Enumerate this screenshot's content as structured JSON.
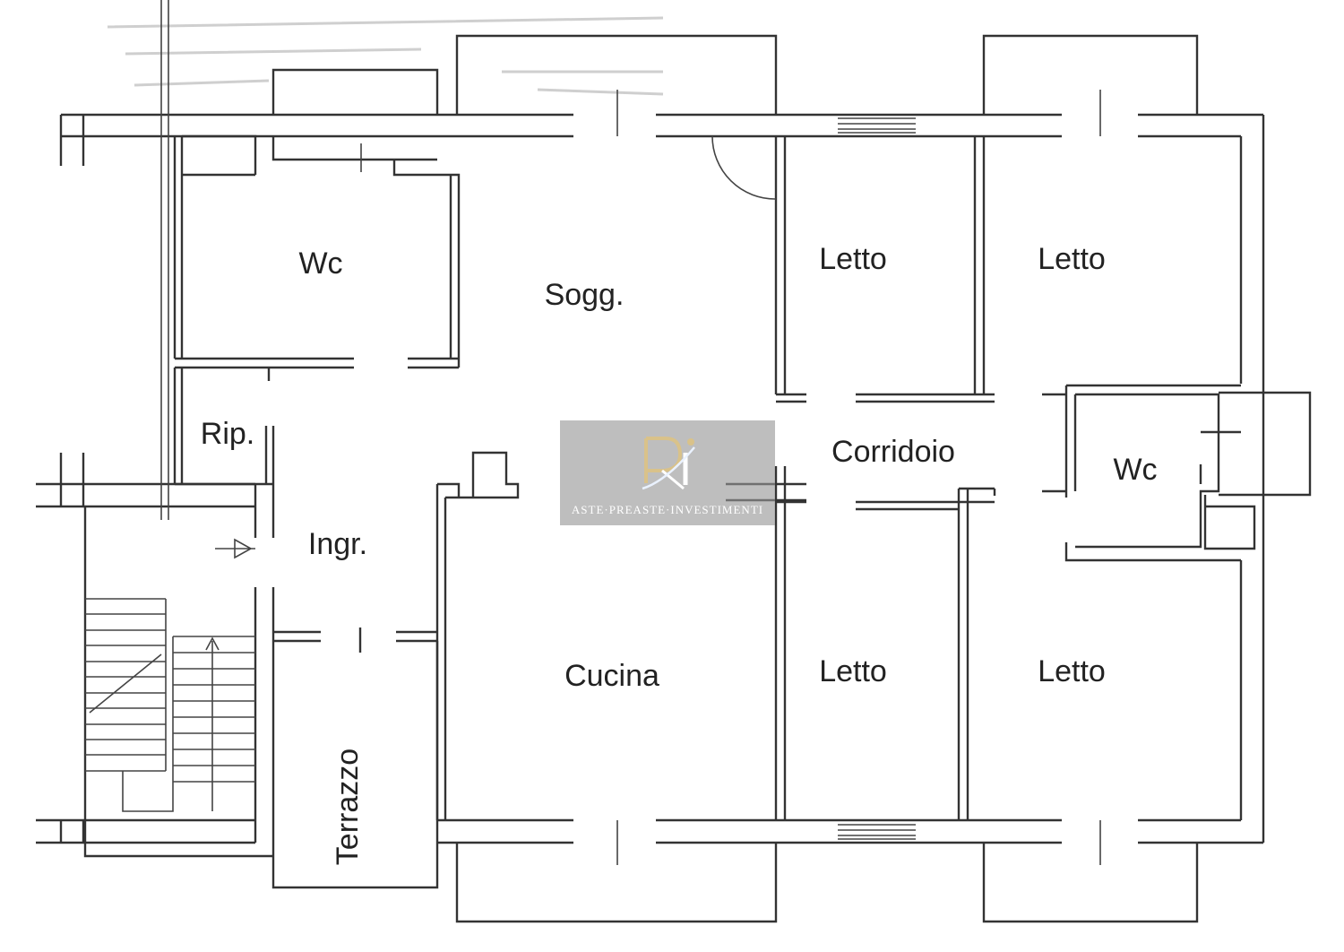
{
  "rooms": {
    "wc_left": "Wc",
    "soggiorno": "Sogg.",
    "letto_top_left": "Letto",
    "letto_top_right": "Letto",
    "ripostiglio": "Rip.",
    "corridoio": "Corridoio",
    "wc_right": "Wc",
    "ingresso": "Ingr.",
    "cucina": "Cucina",
    "letto_bottom_left": "Letto",
    "letto_bottom_right": "Letto",
    "terrazzo": "Terrazzo"
  },
  "watermark": {
    "text": "ASTE·PREASTE·INVESTIMENTI",
    "accent": "#d9c28a"
  }
}
